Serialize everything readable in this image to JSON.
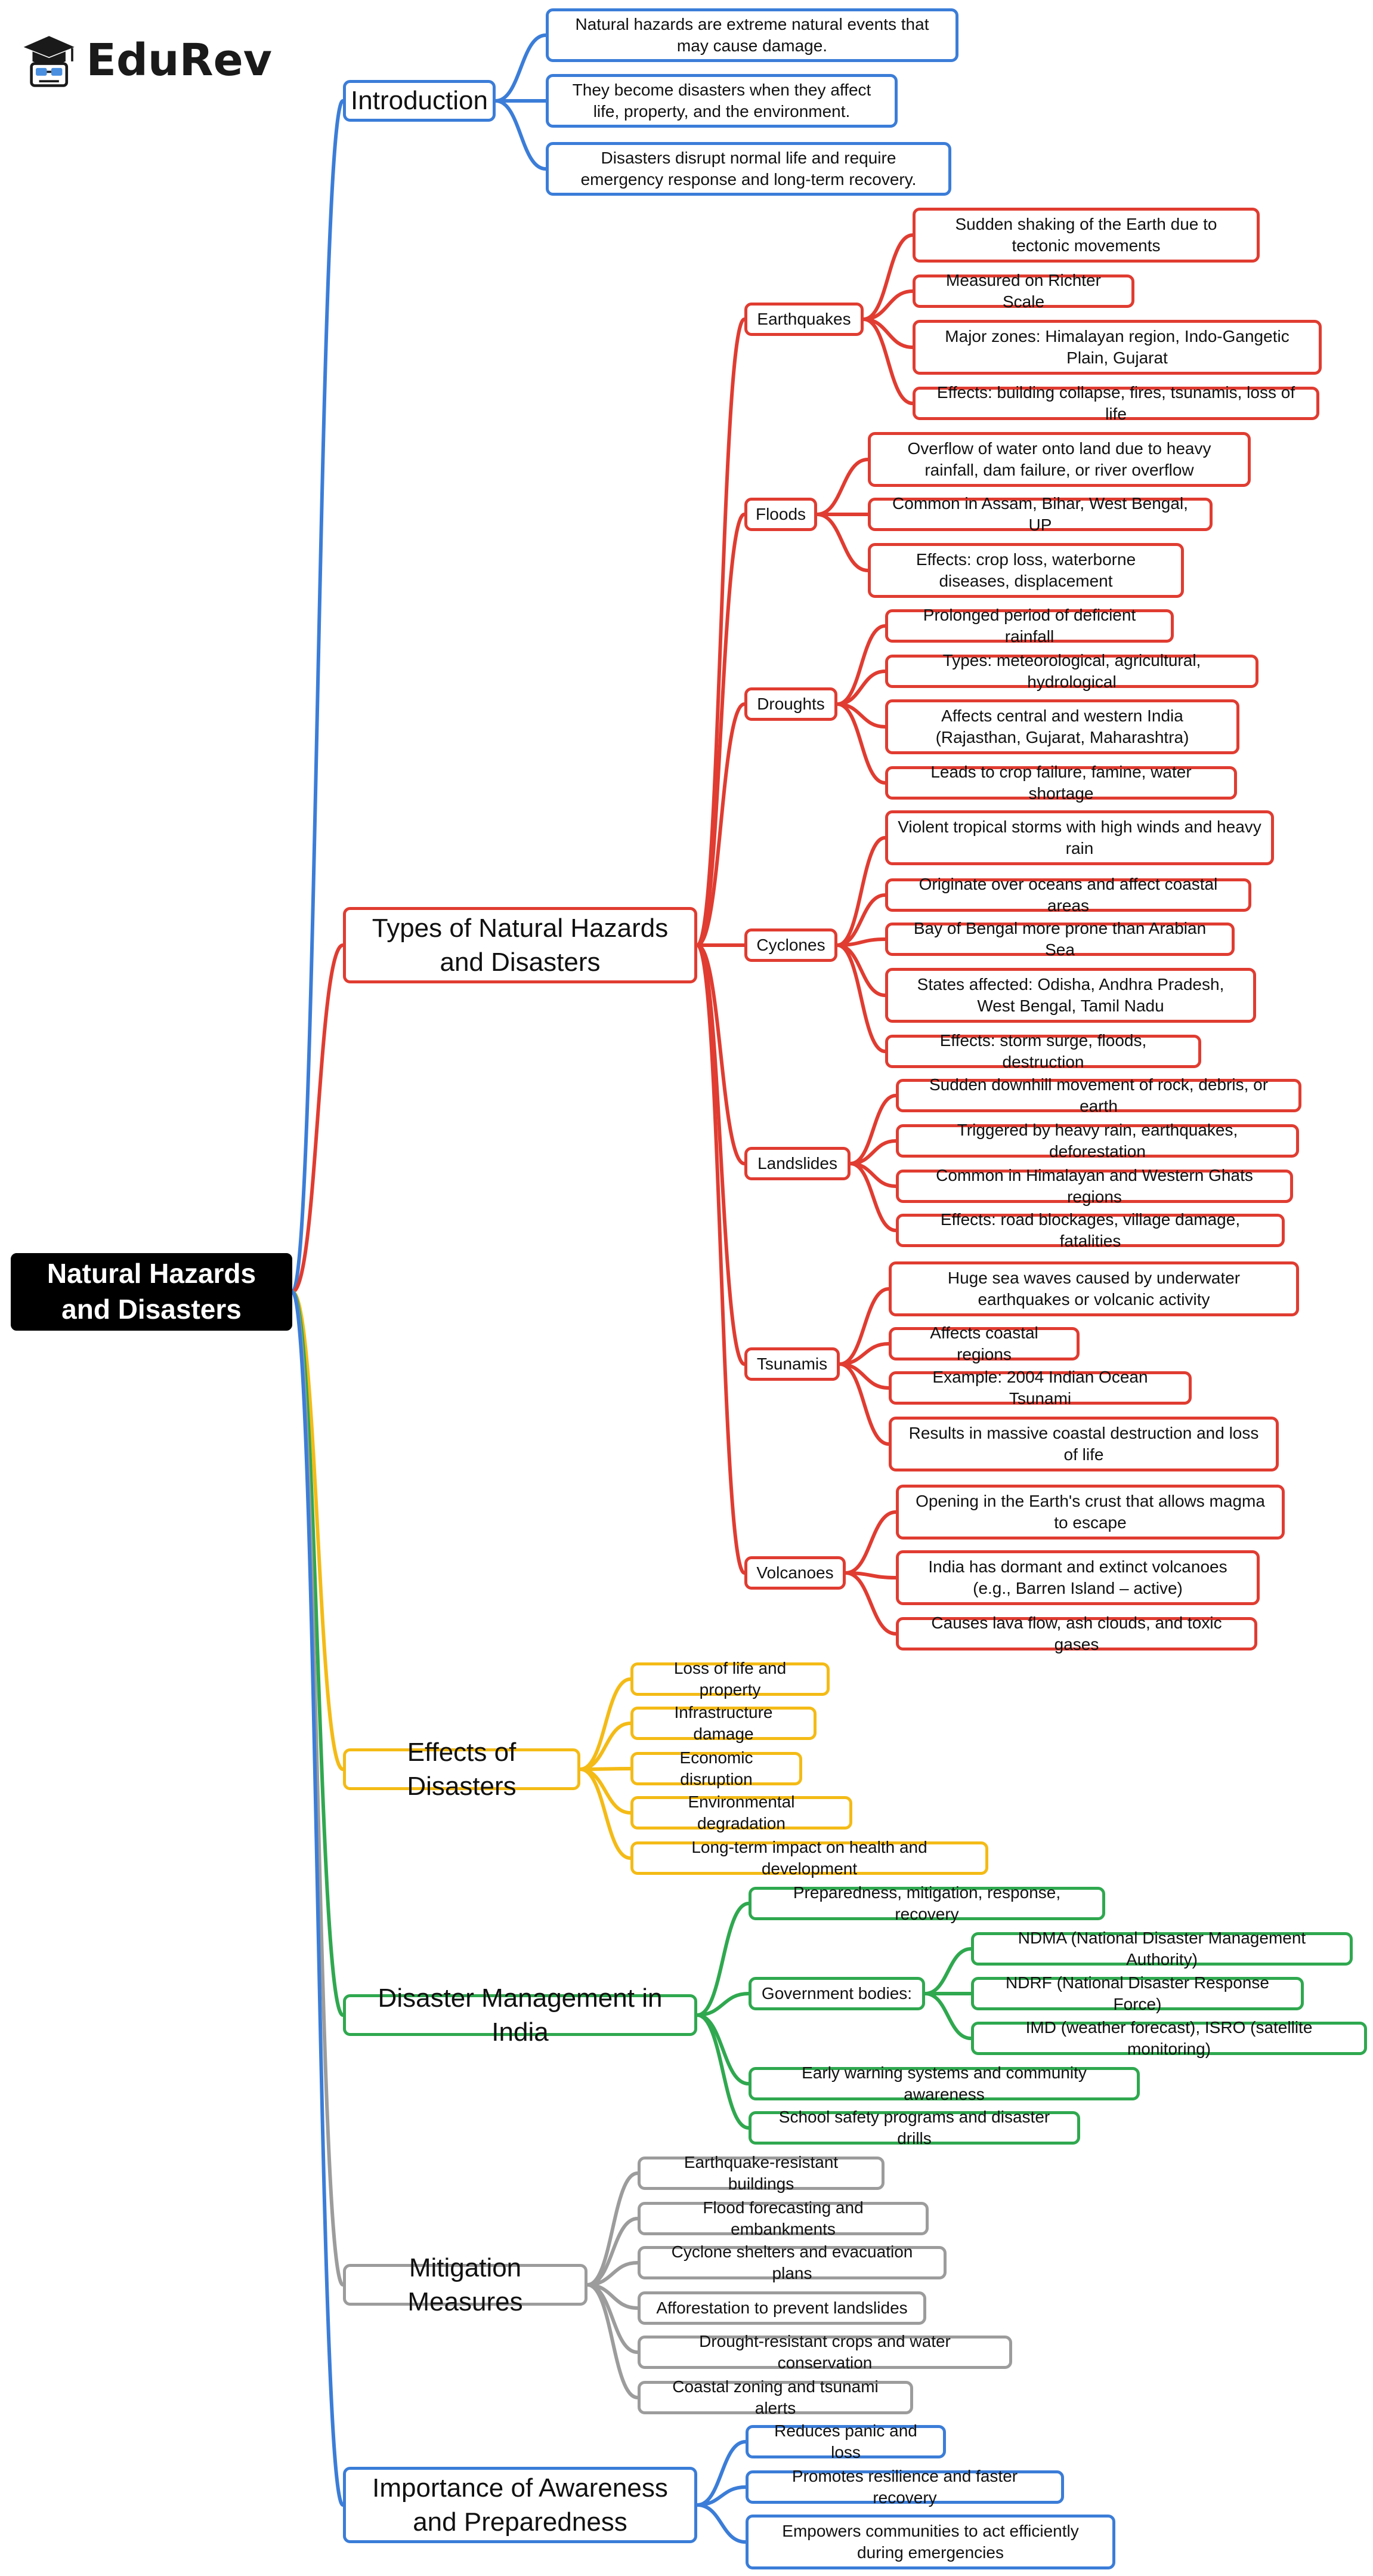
{
  "brand": {
    "name": "EduRev",
    "icon": "graduate-cap-icon"
  },
  "colors": {
    "blue": "#3b7dd8",
    "red": "#e03c31",
    "yellow": "#f4bb16",
    "green": "#2fa84f",
    "gray": "#9c9c9c",
    "root": "#000000"
  },
  "root": {
    "label": "Natural Hazards and Disasters"
  },
  "branches": {
    "introduction": {
      "label": "Introduction",
      "items": [
        "Natural hazards are extreme natural events that may cause damage.",
        "They become disasters when they affect life, property, and the environment.",
        "Disasters disrupt normal life and require emergency response and long-term recovery."
      ]
    },
    "types": {
      "label": "Types of Natural Hazards and Disasters",
      "subtopics": [
        {
          "label": "Earthquakes",
          "items": [
            "Sudden shaking of the Earth due to tectonic movements",
            "Measured on Richter Scale",
            "Major zones: Himalayan region, Indo-Gangetic Plain, Gujarat",
            "Effects: building collapse, fires, tsunamis, loss of life"
          ]
        },
        {
          "label": "Floods",
          "items": [
            "Overflow of water onto land due to heavy rainfall, dam failure, or river overflow",
            "Common in Assam, Bihar, West Bengal, UP",
            "Effects: crop loss, waterborne diseases, displacement"
          ]
        },
        {
          "label": "Droughts",
          "items": [
            "Prolonged period of deficient rainfall",
            "Types: meteorological, agricultural, hydrological",
            "Affects central and western India (Rajasthan, Gujarat, Maharashtra)",
            "Leads to crop failure, famine, water shortage"
          ]
        },
        {
          "label": "Cyclones",
          "items": [
            "Violent tropical storms with high winds and heavy rain",
            "Originate over oceans and affect coastal areas",
            "Bay of Bengal more prone than Arabian Sea",
            "States affected: Odisha, Andhra Pradesh, West Bengal, Tamil Nadu",
            "Effects: storm surge, floods, destruction"
          ]
        },
        {
          "label": "Landslides",
          "items": [
            "Sudden downhill movement of rock, debris, or earth",
            "Triggered by heavy rain, earthquakes, deforestation",
            "Common in Himalayan and Western Ghats regions",
            "Effects: road blockages, village damage, fatalities"
          ]
        },
        {
          "label": "Tsunamis",
          "items": [
            "Huge sea waves caused by underwater earthquakes or volcanic activity",
            "Affects coastal regions",
            "Example: 2004 Indian Ocean Tsunami",
            "Results in massive coastal destruction and loss of life"
          ]
        },
        {
          "label": "Volcanoes",
          "items": [
            "Opening in the Earth's crust that allows magma to escape",
            "India has dormant and extinct volcanoes (e.g., Barren Island – active)",
            "Causes lava flow, ash clouds, and toxic gases"
          ]
        }
      ]
    },
    "effects": {
      "label": "Effects of Disasters",
      "items": [
        "Loss of life and property",
        "Infrastructure damage",
        "Economic disruption",
        "Environmental degradation",
        "Long-term impact on health and development"
      ]
    },
    "management": {
      "label": "Disaster Management in India",
      "items": [
        "Preparedness, mitigation, response, recovery",
        "Government bodies:",
        "Early warning systems and community awareness",
        "School safety programs and disaster drills"
      ],
      "government_bodies": [
        "NDMA (National Disaster Management Authority)",
        "NDRF (National Disaster Response Force)",
        "IMD (weather forecast), ISRO (satellite monitoring)"
      ]
    },
    "mitigation": {
      "label": "Mitigation Measures",
      "items": [
        "Earthquake-resistant buildings",
        "Flood forecasting and embankments",
        "Cyclone shelters and evacuation plans",
        "Afforestation to prevent landslides",
        "Drought-resistant crops and water conservation",
        "Coastal zoning and tsunami alerts"
      ]
    },
    "awareness": {
      "label": "Importance of Awareness and Preparedness",
      "items": [
        "Reduces panic and loss",
        "Promotes resilience and faster recovery",
        "Empowers communities to act efficiently during emergencies"
      ]
    }
  }
}
